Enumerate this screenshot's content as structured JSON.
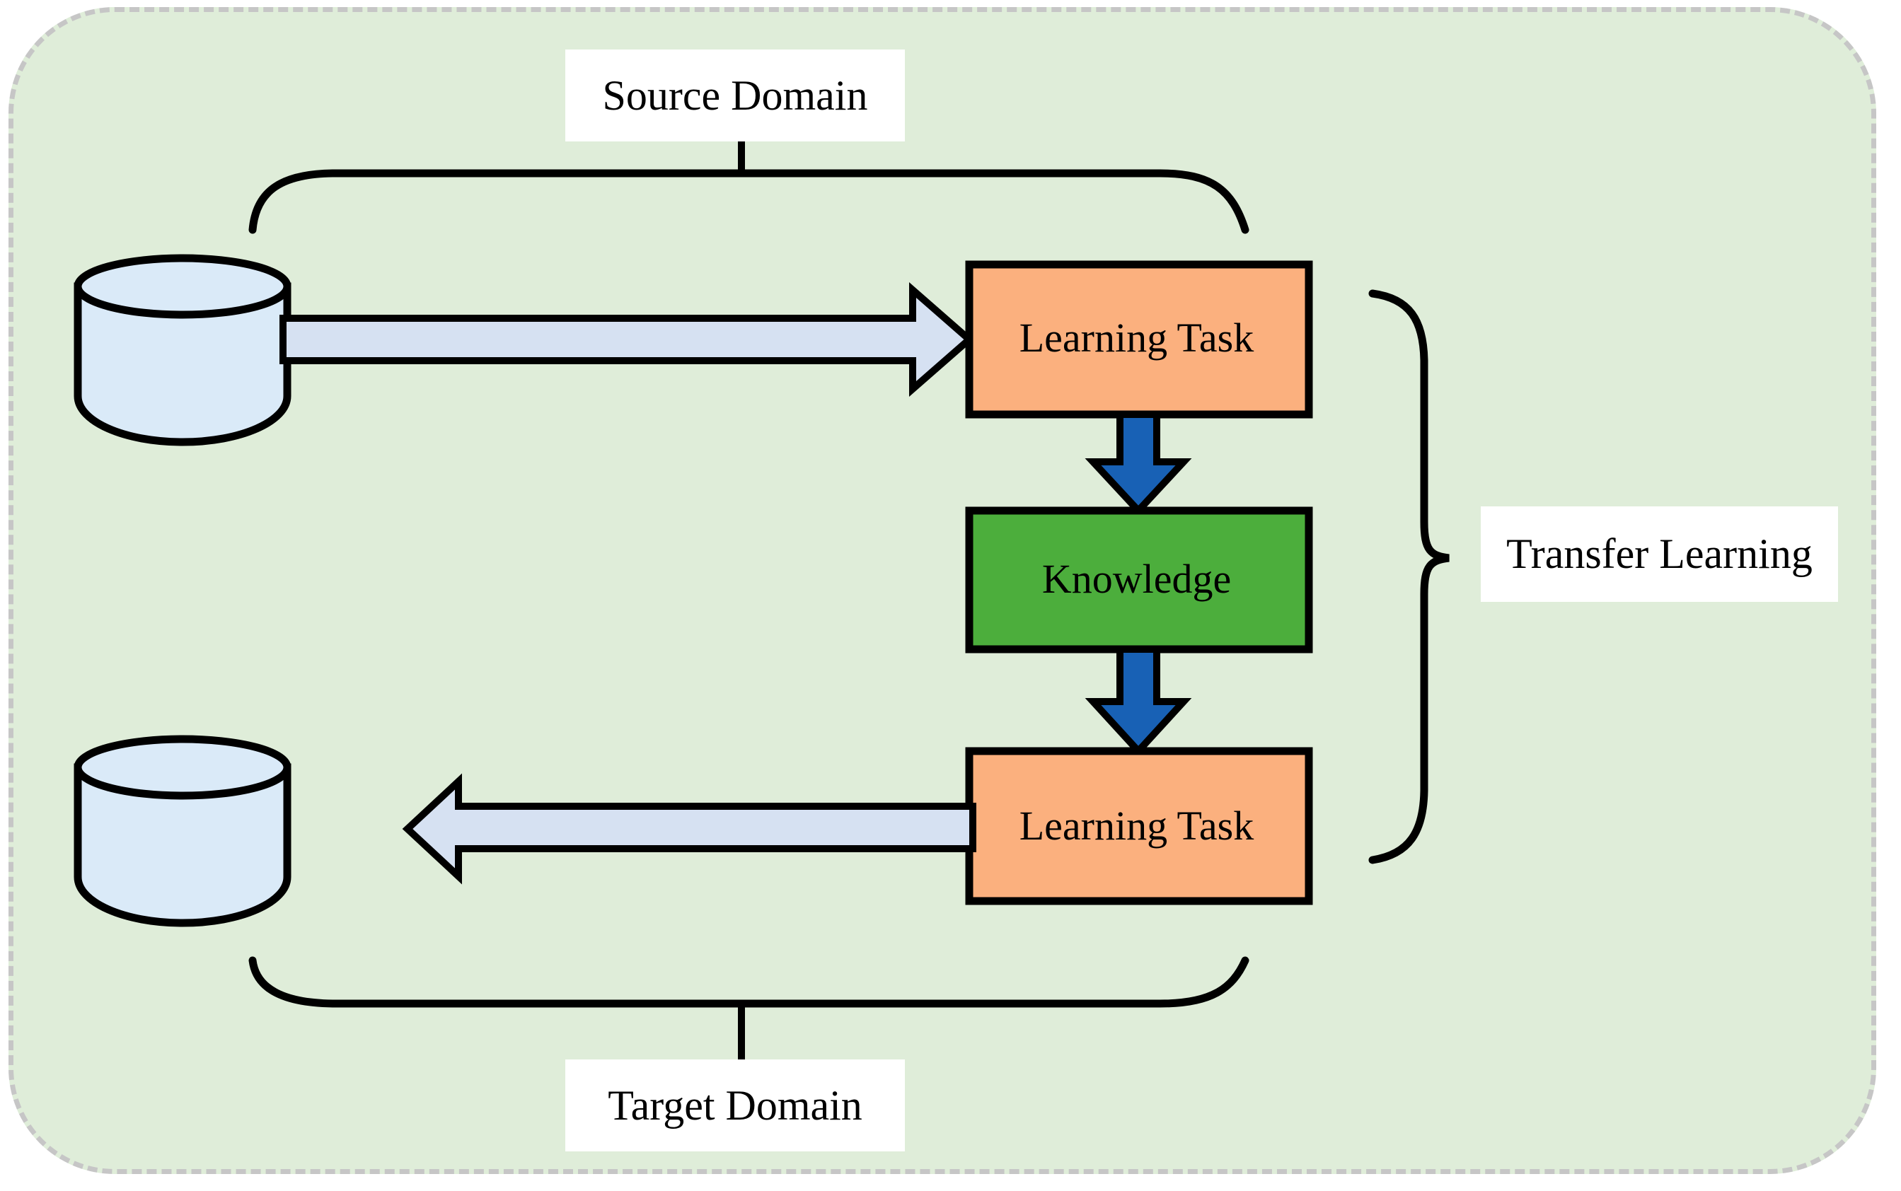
{
  "figure": {
    "title": "Transfer Learning schematic",
    "background_color": "#dfedd9",
    "border_color": "#c6c6c6"
  },
  "labels": {
    "source_domain": "Source Domain",
    "target_domain": "Target Domain",
    "transfer_learning": "Transfer Learning"
  },
  "nodes": {
    "source_data_store": {
      "name": "source-data-cylinder",
      "fill": "#daeaf8",
      "stroke": "#000000"
    },
    "target_data_store": {
      "name": "target-data-cylinder",
      "fill": "#daeaf8",
      "stroke": "#000000"
    },
    "learning_task_source": {
      "label": "Learning Task",
      "fill": "#fbb07e",
      "stroke": "#000000"
    },
    "learning_task_target": {
      "label": "Learning Task",
      "fill": "#fbb07e",
      "stroke": "#000000"
    },
    "knowledge": {
      "label": "Knowledge",
      "fill": "#4cae3c",
      "stroke": "#000000"
    }
  },
  "connectors": {
    "source_data_to_task": {
      "direction": "right",
      "fill": "#d6e1f2",
      "stroke": "#000000"
    },
    "task_to_knowledge": {
      "direction": "down",
      "fill": "#1861b5",
      "stroke": "#000000"
    },
    "knowledge_to_task": {
      "direction": "down",
      "fill": "#1861b5",
      "stroke": "#000000"
    },
    "task_to_target_data": {
      "direction": "left",
      "fill": "#d6e1f2",
      "stroke": "#000000"
    }
  },
  "braces": {
    "top": {
      "name": "source-domain-brace",
      "orientation": "down"
    },
    "bottom": {
      "name": "target-domain-brace",
      "orientation": "up"
    },
    "right": {
      "name": "transfer-learning-brace",
      "orientation": "right"
    }
  }
}
